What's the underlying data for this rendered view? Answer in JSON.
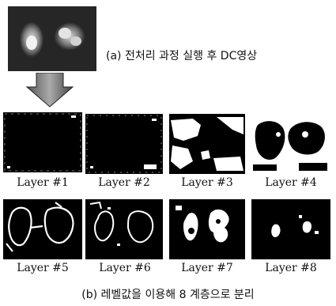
{
  "figure": {
    "caption_a": "(a) 전처리 과정 실행 후 DC영상",
    "caption_b": "(b) 레벨값을 이용해 8 계층으로 분리",
    "layers": [
      {
        "label": "Layer #1"
      },
      {
        "label": "Layer #2"
      },
      {
        "label": "Layer #3"
      },
      {
        "label": "Layer #4"
      },
      {
        "label": "Layer #5"
      },
      {
        "label": "Layer #6"
      },
      {
        "label": "Layer #7"
      },
      {
        "label": "Layer #8"
      }
    ],
    "arrow_icon": "down-arrow-icon"
  }
}
